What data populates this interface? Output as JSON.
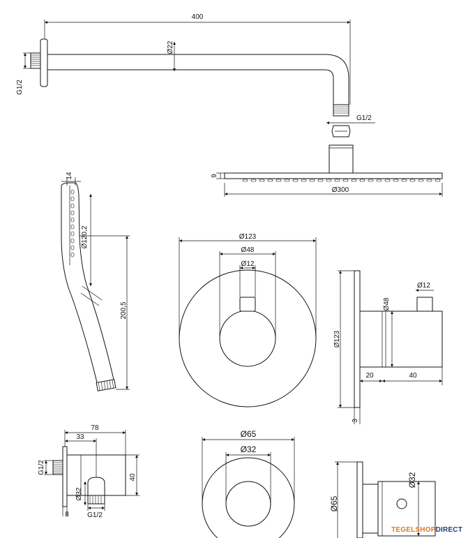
{
  "brand": {
    "part1": "TEGELSHOP",
    "part2": "DIRECT"
  },
  "colors": {
    "line": "#111111",
    "brand_orange": "#e07a1f",
    "brand_blue": "#1d3d7a"
  },
  "arm": {
    "length": "400",
    "diameter": "Ø22",
    "thread_wall": "G1/2",
    "thread_head": "G1/2"
  },
  "rain_head": {
    "height": "9",
    "diameter": "Ø300"
  },
  "hand_shower": {
    "top": "14",
    "head_diameter": "Ø120,2",
    "length": "200,5"
  },
  "mixer_front": {
    "plate": "Ø123",
    "body": "Ø48",
    "stem": "Ø12"
  },
  "mixer_side": {
    "stem": "Ø12",
    "body": "Ø48",
    "plate": "Ø123",
    "depth_a": "20",
    "depth_b": "40",
    "plate_thickness": "3"
  },
  "wall_elbow": {
    "width": "78",
    "offset": "33",
    "height": "40",
    "thread_wall": "G1/2",
    "outlet": "Ø32",
    "plate": "8",
    "thread_out": "G1/2"
  },
  "stop_front": {
    "plate": "Ø65",
    "body": "Ø32"
  },
  "stop_side": {
    "body": "Ø32",
    "plate": "Ø65"
  }
}
